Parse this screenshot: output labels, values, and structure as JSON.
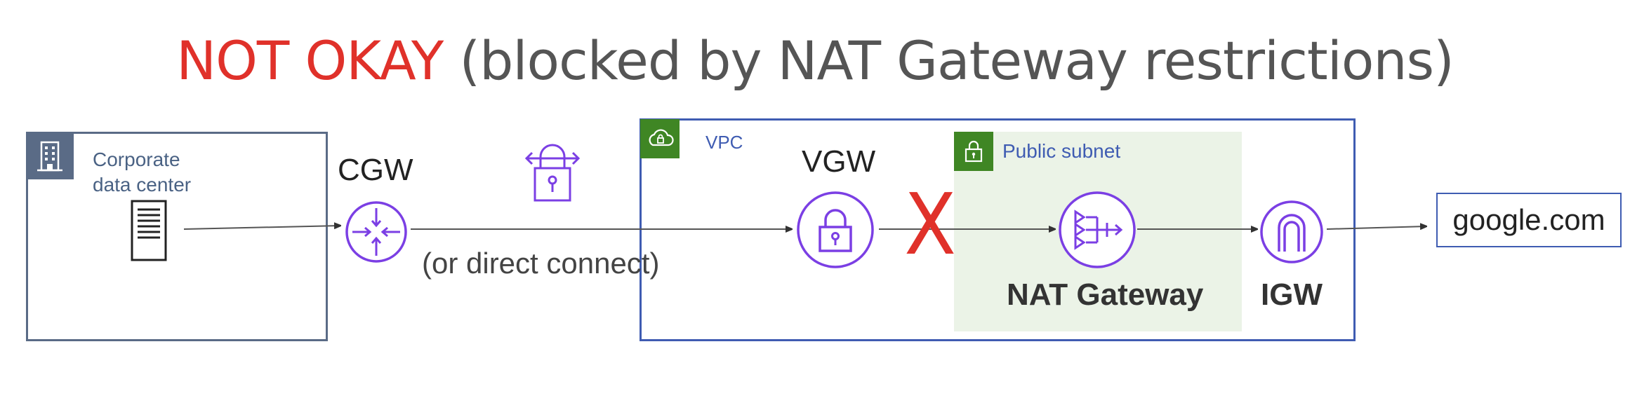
{
  "title": {
    "highlight": "NOT OKAY",
    "rest": "(blocked by NAT Gateway restrictions)"
  },
  "nodes": {
    "corporate_dc": "Corporate data center",
    "cgw": "CGW",
    "vpn_note": "(or direct connect)",
    "vpc": "VPC",
    "vgw": "VGW",
    "public_subnet": "Public subnet",
    "nat_gateway": "NAT Gateway",
    "igw": "IGW",
    "destination": "google.com"
  },
  "blocked_marker": "X",
  "colors": {
    "warning": "#e0312a",
    "purple": "#7b3fe4",
    "vpc_border": "#3f5cb2",
    "green_tag": "#3f8624",
    "dc_tag": "#5a6b86",
    "subnet_fill": "#ebf3e7"
  },
  "icons": [
    "building-icon",
    "server-icon",
    "router-icon",
    "vpn-lock-icon",
    "cloud-lock-icon",
    "vgw-lock-icon",
    "subnet-lock-icon",
    "nat-gateway-icon",
    "igw-icon"
  ]
}
